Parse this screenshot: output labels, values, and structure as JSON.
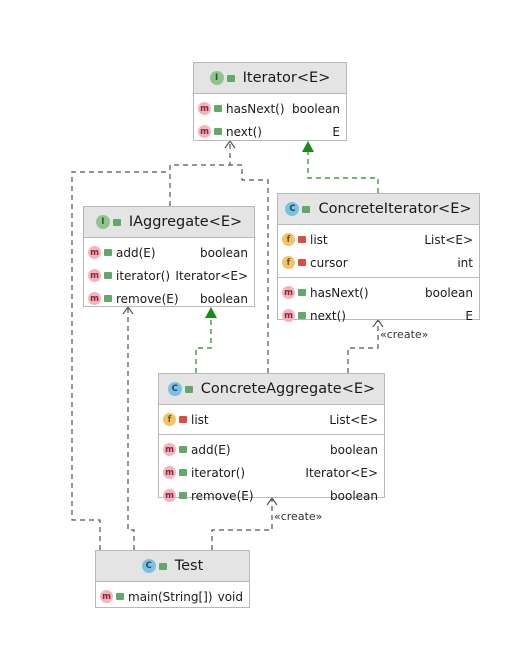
{
  "create_label": "«create»",
  "classes": {
    "iterator": {
      "kind": "I",
      "name": "Iterator<E>",
      "methods": [
        {
          "name": "hasNext()",
          "type": "boolean"
        },
        {
          "name": "next()",
          "type": "E"
        }
      ]
    },
    "iaggregate": {
      "kind": "I",
      "name": "IAggregate<E>",
      "methods": [
        {
          "name": "add(E)",
          "type": "boolean"
        },
        {
          "name": "iterator()",
          "type": "Iterator<E>"
        },
        {
          "name": "remove(E)",
          "type": "boolean"
        }
      ]
    },
    "concrete_iterator": {
      "kind": "C",
      "name": "ConcreteIterator<E>",
      "fields": [
        {
          "name": "list",
          "type": "List<E>"
        },
        {
          "name": "cursor",
          "type": "int"
        }
      ],
      "methods": [
        {
          "name": "hasNext()",
          "type": "boolean"
        },
        {
          "name": "next()",
          "type": "E"
        }
      ]
    },
    "concrete_aggregate": {
      "kind": "C",
      "name": "ConcreteAggregate<E>",
      "fields": [
        {
          "name": "list",
          "type": "List<E>"
        }
      ],
      "methods": [
        {
          "name": "add(E)",
          "type": "boolean"
        },
        {
          "name": "iterator()",
          "type": "Iterator<E>"
        },
        {
          "name": "remove(E)",
          "type": "boolean"
        }
      ]
    },
    "test": {
      "kind": "C",
      "name": "Test",
      "methods": [
        {
          "name": "main(String[])",
          "type": "void"
        }
      ]
    }
  },
  "colors": {
    "header_bg": "#e4e4e4",
    "border": "#b8b8b8",
    "realization": "#1a8a1a",
    "dependency": "#555555"
  }
}
